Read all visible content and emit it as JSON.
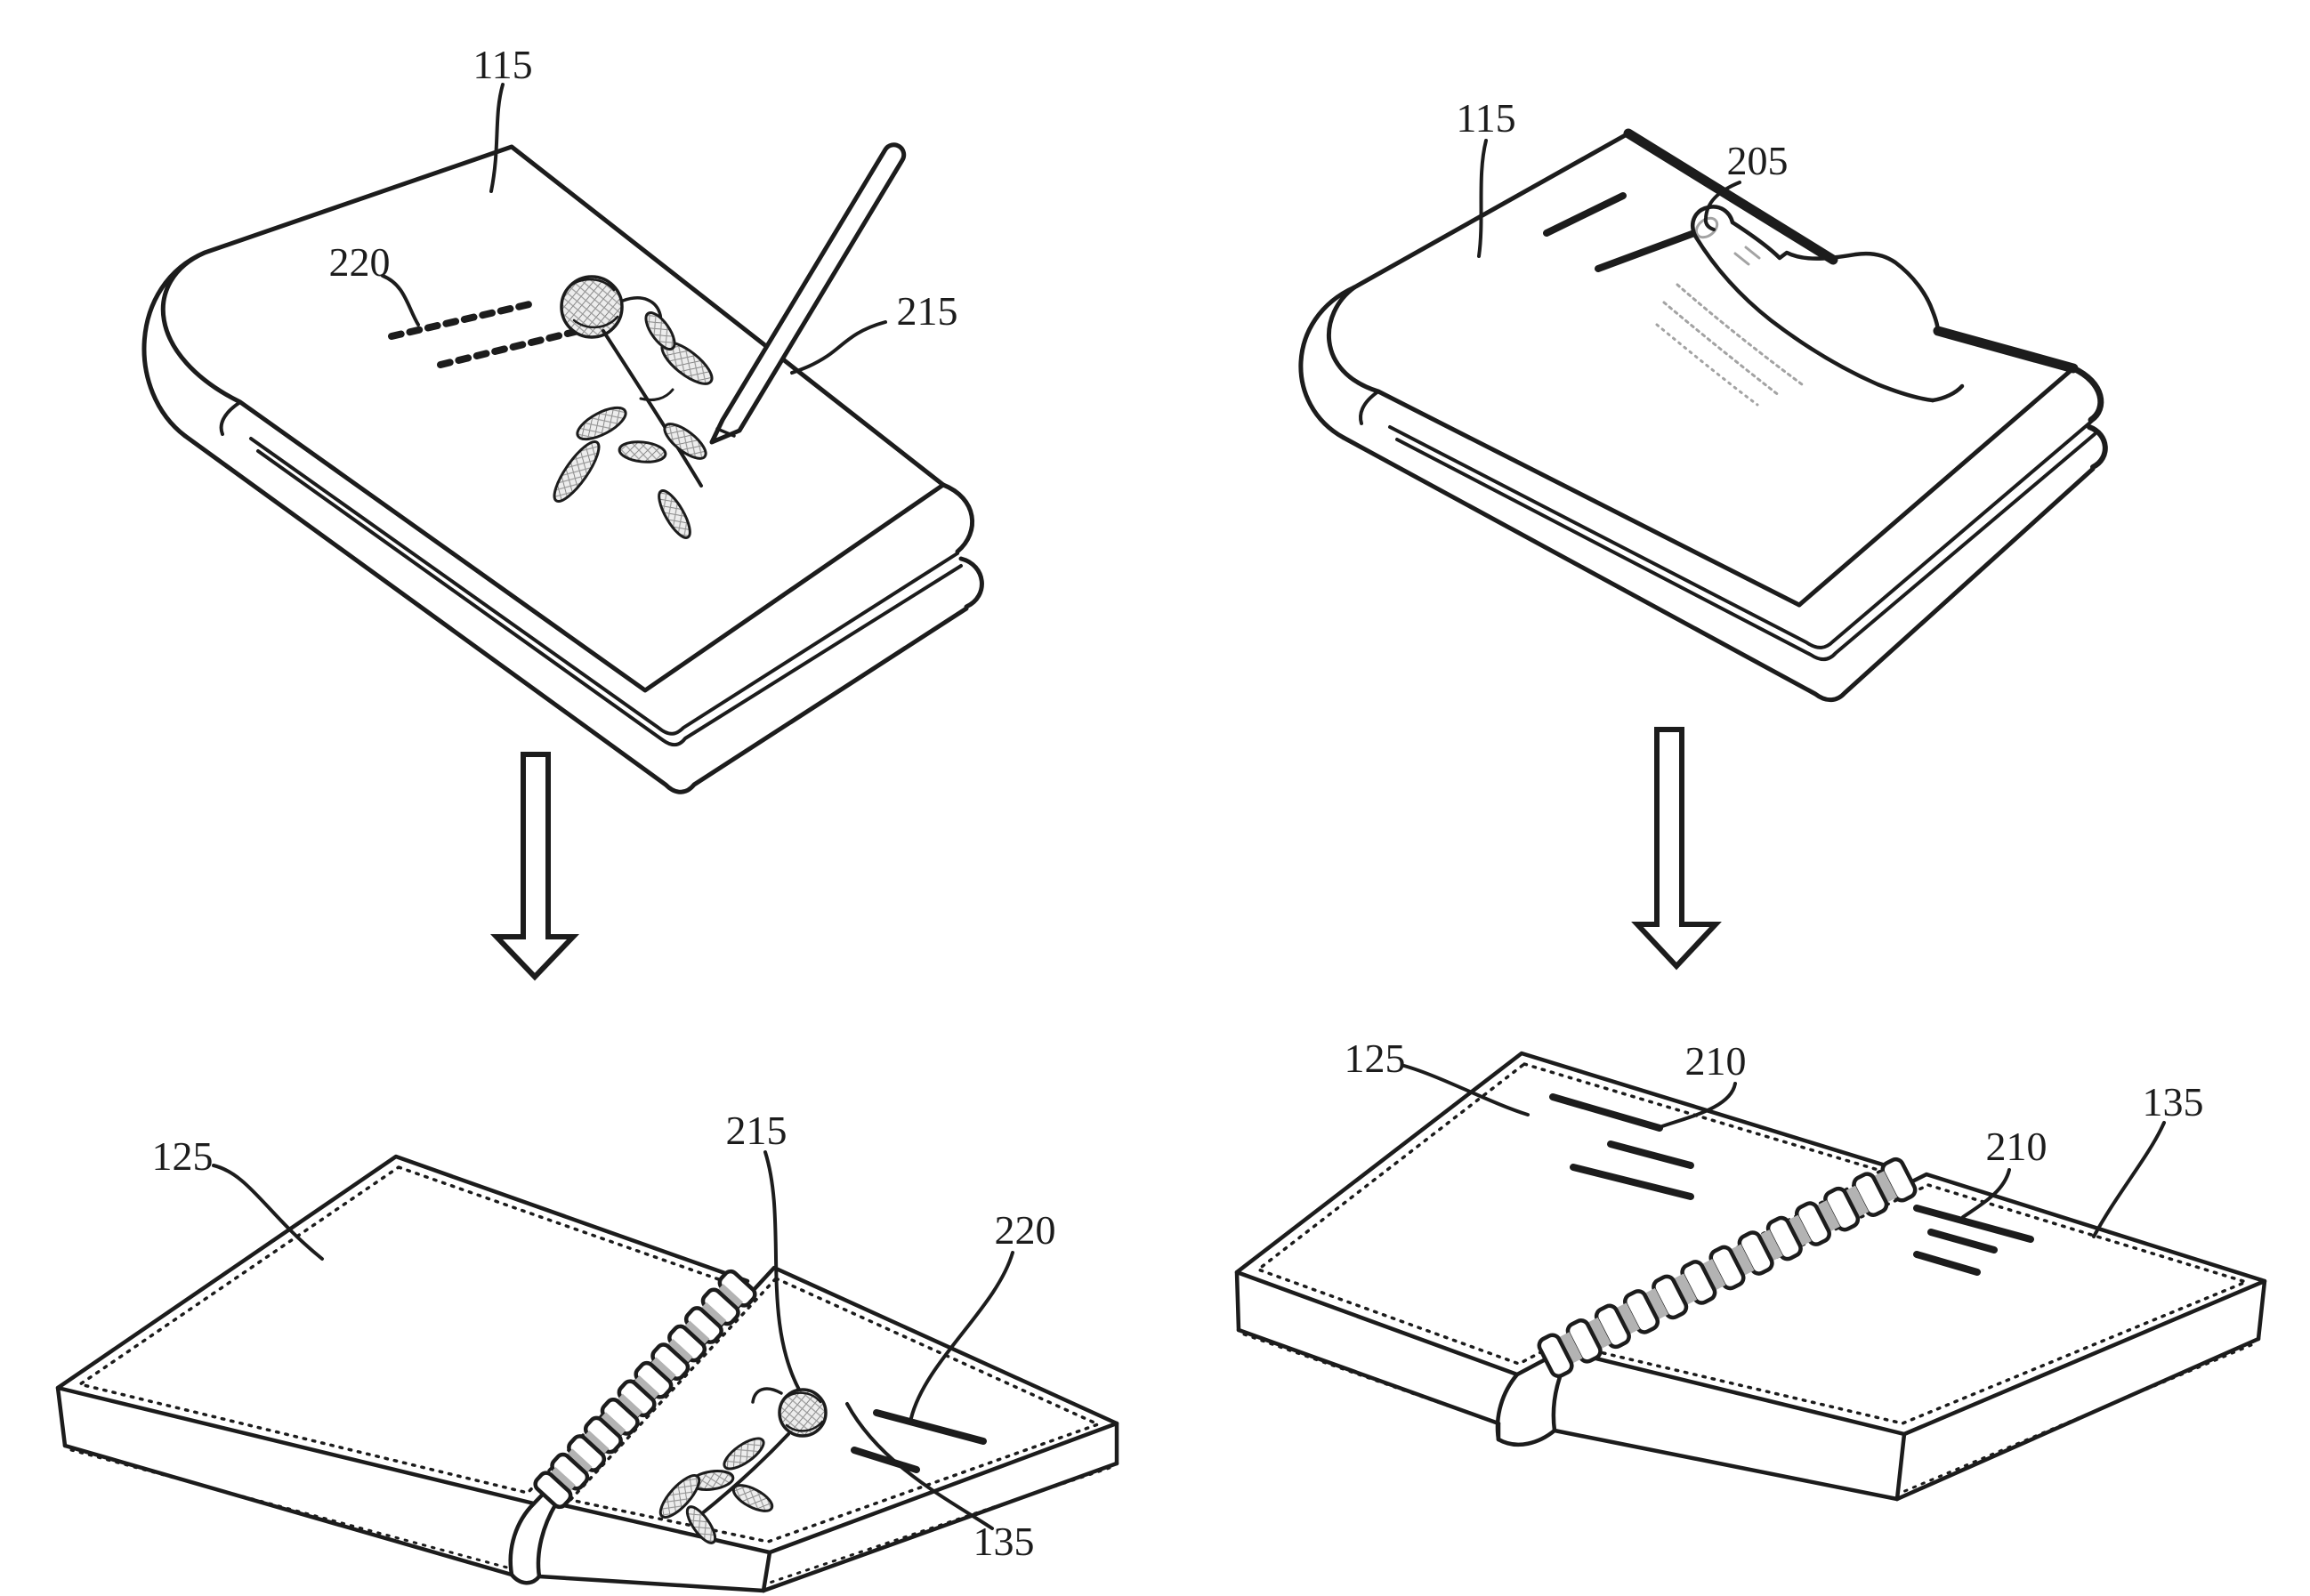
{
  "document": {
    "type": "patent-figure-sheet",
    "ink_color": "#1c1c1c",
    "background_color": "#ffffff",
    "panels": {
      "top_left": {
        "description": "folded device with stylus drawing a flower",
        "label_115": "115",
        "label_220": "220",
        "label_215": "215"
      },
      "top_right": {
        "description": "folded device with hand finger drawing strokes",
        "label_115": "115",
        "label_205": "205"
      },
      "bottom_left": {
        "description": "unfolded device showing flower drawing and strokes",
        "label_125": "125",
        "label_215": "215",
        "label_220": "220",
        "label_135": "135"
      },
      "bottom_right": {
        "description": "unfolded device showing strokes on both halves",
        "label_125": "125",
        "label_210_left": "210",
        "label_135": "135",
        "label_210_right": "210"
      }
    }
  }
}
